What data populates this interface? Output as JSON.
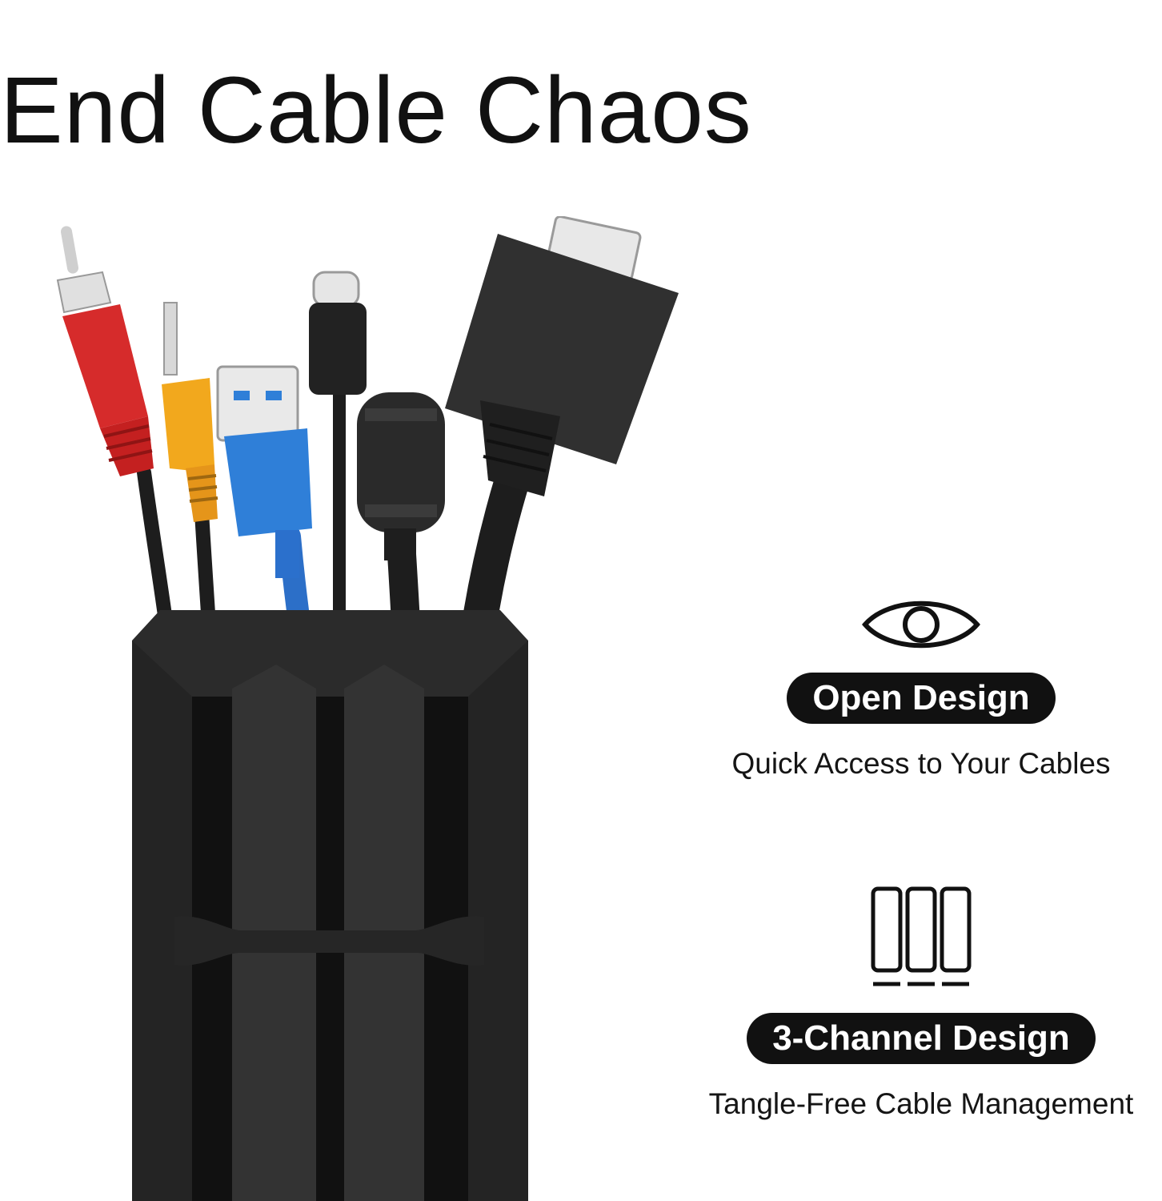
{
  "headline": "End Cable Chaos",
  "features": [
    {
      "icon": "eye-icon",
      "title": "Open Design",
      "subtitle": "Quick Access to Your Cables"
    },
    {
      "icon": "three-channel-icon",
      "title": "3-Channel Design",
      "subtitle": "Tangle-Free Cable Management"
    }
  ],
  "colors": {
    "background": "#ffffff",
    "text": "#111111",
    "pill_background": "#111111",
    "pill_text": "#ffffff",
    "organizer": "#2b2b2b",
    "rca_red": "#d62b2b",
    "rca_yellow": "#f2a81d",
    "usb_blue": "#2f7fd8"
  }
}
